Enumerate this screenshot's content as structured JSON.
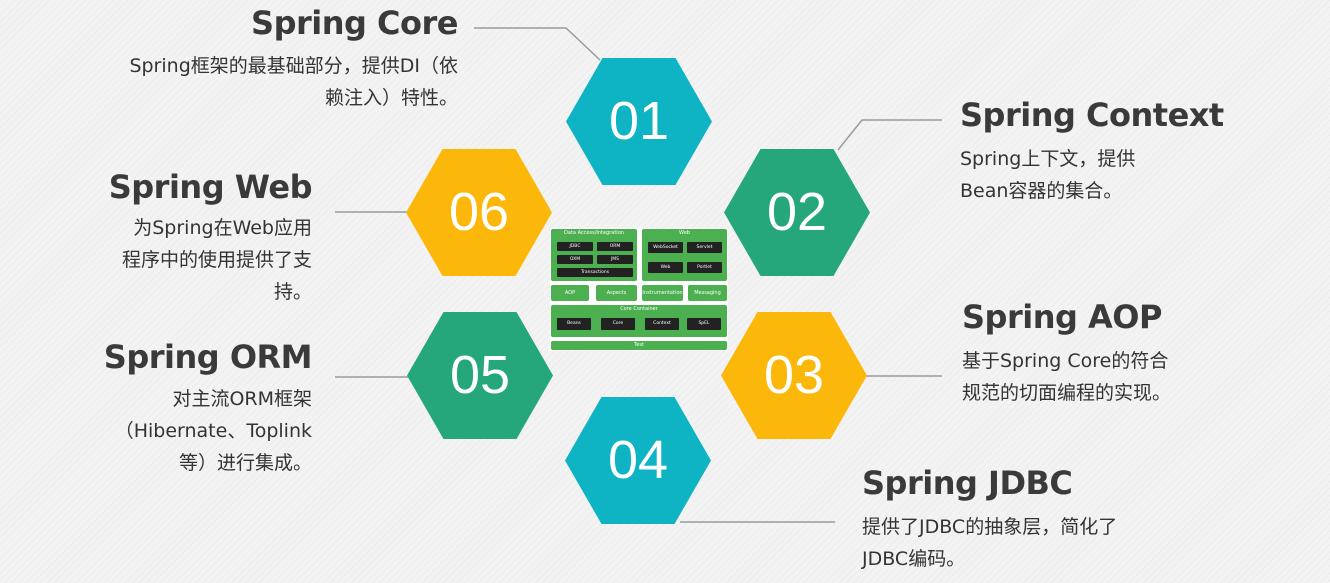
{
  "colors": {
    "teal": "#0eb4c4",
    "green": "#25a67b",
    "yellow": "#fbb80b",
    "line": "#9a9a9a"
  },
  "items": [
    {
      "num": "01",
      "title": "Spring Core",
      "desc": [
        "Spring框架的最基础部分，提供DI（依",
        "赖注入）特性。"
      ]
    },
    {
      "num": "02",
      "title": "Spring Context",
      "desc": [
        "Spring上下文，提供",
        "Bean容器的集合。"
      ]
    },
    {
      "num": "03",
      "title": "Spring AOP",
      "desc": [
        "基于Spring Core的符合",
        "规范的切面编程的实现。"
      ]
    },
    {
      "num": "04",
      "title": "Spring JDBC",
      "desc": [
        "提供了JDBC的抽象层，简化了",
        "JDBC编码。"
      ]
    },
    {
      "num": "05",
      "title": "Spring ORM",
      "desc": [
        "对主流ORM框架",
        "（Hibernate、Toplink",
        "等）进行集成。"
      ]
    },
    {
      "num": "06",
      "title": "Spring Web",
      "desc": [
        "为Spring在Web应用",
        "程序中的使用提供了支",
        "持。"
      ]
    }
  ],
  "architecture": {
    "data_access": {
      "title": "Data Access/Integration",
      "modules": [
        "JDBC",
        "ORM",
        "OXM",
        "JMS",
        "Transactions"
      ]
    },
    "web": {
      "title": "Web",
      "modules": [
        "WebSocket",
        "Servlet",
        "Web",
        "Portlet"
      ]
    },
    "middle": [
      "AOP",
      "Aspects",
      "Instrumentation",
      "Messaging"
    ],
    "core_container": {
      "title": "Core Container",
      "modules": [
        "Beans",
        "Core",
        "Context",
        "SpEL"
      ]
    },
    "test": "Test"
  }
}
